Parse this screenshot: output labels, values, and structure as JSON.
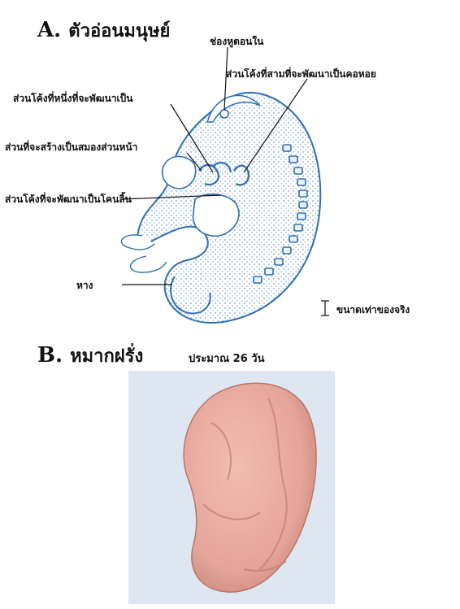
{
  "figure_a": {
    "title_letter": "A.",
    "title_text": "ตัวอ่อนมนุษย์",
    "labels": {
      "inner_ear": "ช่องหูตอนใน",
      "third_arch": "ส่วนโค้งที่สามที่จะพัฒนาเป็นคอหอย",
      "first_arch": "ส่วนโค้งที่หนึ่งที่จะพัฒนาเป็น",
      "forebrain": "ส่วนที่จะสร้างเป็นสมองส่วนหน้า",
      "tongue": "ส่วนโค้งที่จะพัฒนาเป็นโคนลิ้น",
      "tail": "หาง",
      "actual_size": "ขนาดเท่าของจริง"
    }
  },
  "figure_b": {
    "title_letter": "B.",
    "title_text": "หมากฝรั่ง",
    "age": "ประมาณ 26 วัน"
  },
  "colors": {
    "embryo_outline": "#2f6fb0",
    "embryo_dots": "#3d7bbf",
    "gum": "#e6a59b",
    "photo_bg": "#dde6f1"
  }
}
